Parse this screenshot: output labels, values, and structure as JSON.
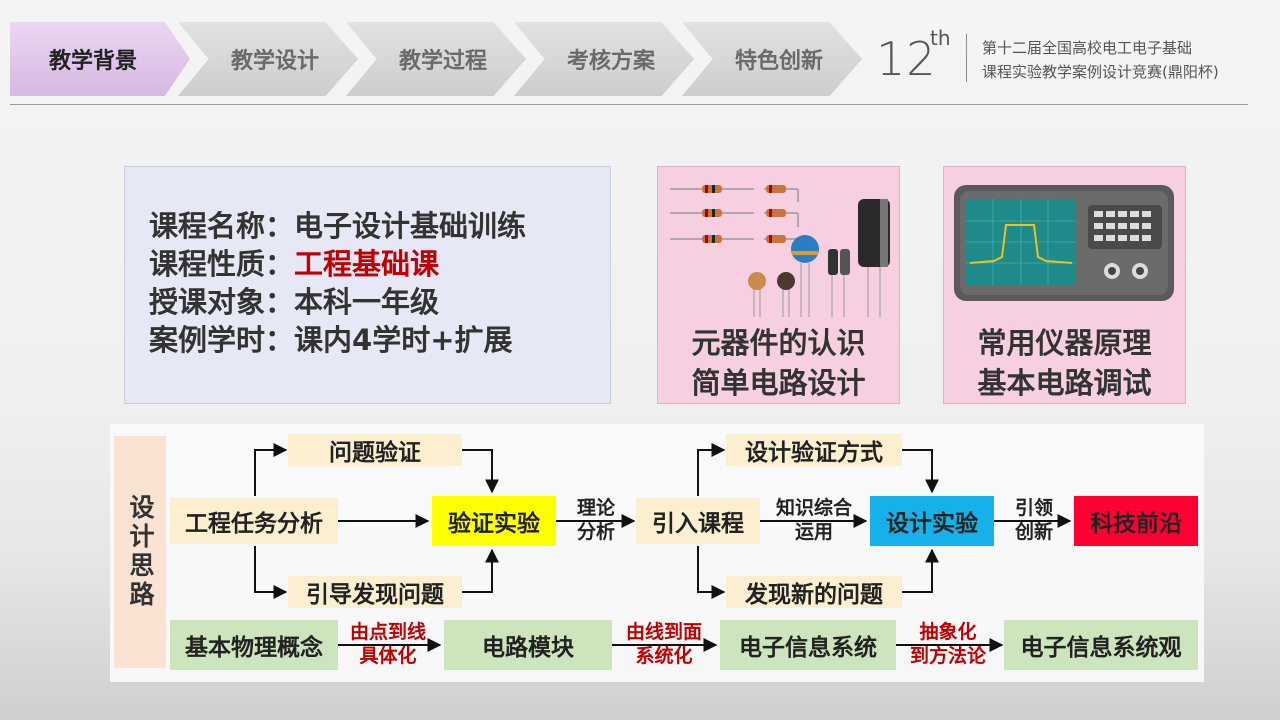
{
  "nav": {
    "tabs": [
      "教学背景",
      "教学设计",
      "教学过程",
      "考核方案",
      "特色创新"
    ],
    "active_index": 0
  },
  "header": {
    "edition_number": "12",
    "edition_suffix": "th",
    "competition_line1": "第十二届全国高校电工电子基础",
    "competition_line2": "课程实验教学案例设计竞赛(鼎阳杯)"
  },
  "course_info": {
    "name_label": "课程名称：",
    "name_value": "电子设计基础训练",
    "nature_label": "课程性质：",
    "nature_value": "工程基础课",
    "audience_label": "授课对象：",
    "audience_value": "本科一年级",
    "hours_label": "案例学时：",
    "hours_value": "课内4学时+扩展"
  },
  "panel_components": {
    "line1": "元器件的认识",
    "line2": "简单电路设计"
  },
  "panel_instruments": {
    "line1": "常用仪器原理",
    "line2": "基本电路调试"
  },
  "flow": {
    "side_label": "设计思路",
    "task_analysis": "工程任务分析",
    "problem_verify": "问题验证",
    "guide_discover": "引导发现问题",
    "verify_exp": "验证实验",
    "theory_l1": "理论",
    "theory_l2": "分析",
    "intro_course": "引入课程",
    "design_verify_mode": "设计验证方式",
    "discover_new": "发现新的问题",
    "knowledge_l1": "知识综合",
    "knowledge_l2": "运用",
    "design_exp": "设计实验",
    "lead_l1": "引领",
    "lead_l2": "创新",
    "frontier": "科技前沿",
    "physics": "基本物理概念",
    "pt_l1": "由点到线",
    "pt_l2": "具体化",
    "module": "电路模块",
    "ln_l1": "由线到面",
    "ln_l2": "系统化",
    "system": "电子信息系统",
    "abs_l1": "抽象化",
    "abs_l2": "到方法论",
    "system_view": "电子信息系统观"
  },
  "colors": {
    "nav_active": "#d6b8e3",
    "info_panel": "#e6e9f5",
    "pic_panel": "#f6cfe0",
    "highlight_red": "#c00000",
    "verify_yellow": "#ffff00",
    "design_blue": "#16b0ea",
    "frontier_red": "#ff0033",
    "green_box": "#cde5bd",
    "cream_box": "#fbefcf",
    "side_label_bg": "#fbe3d4"
  }
}
